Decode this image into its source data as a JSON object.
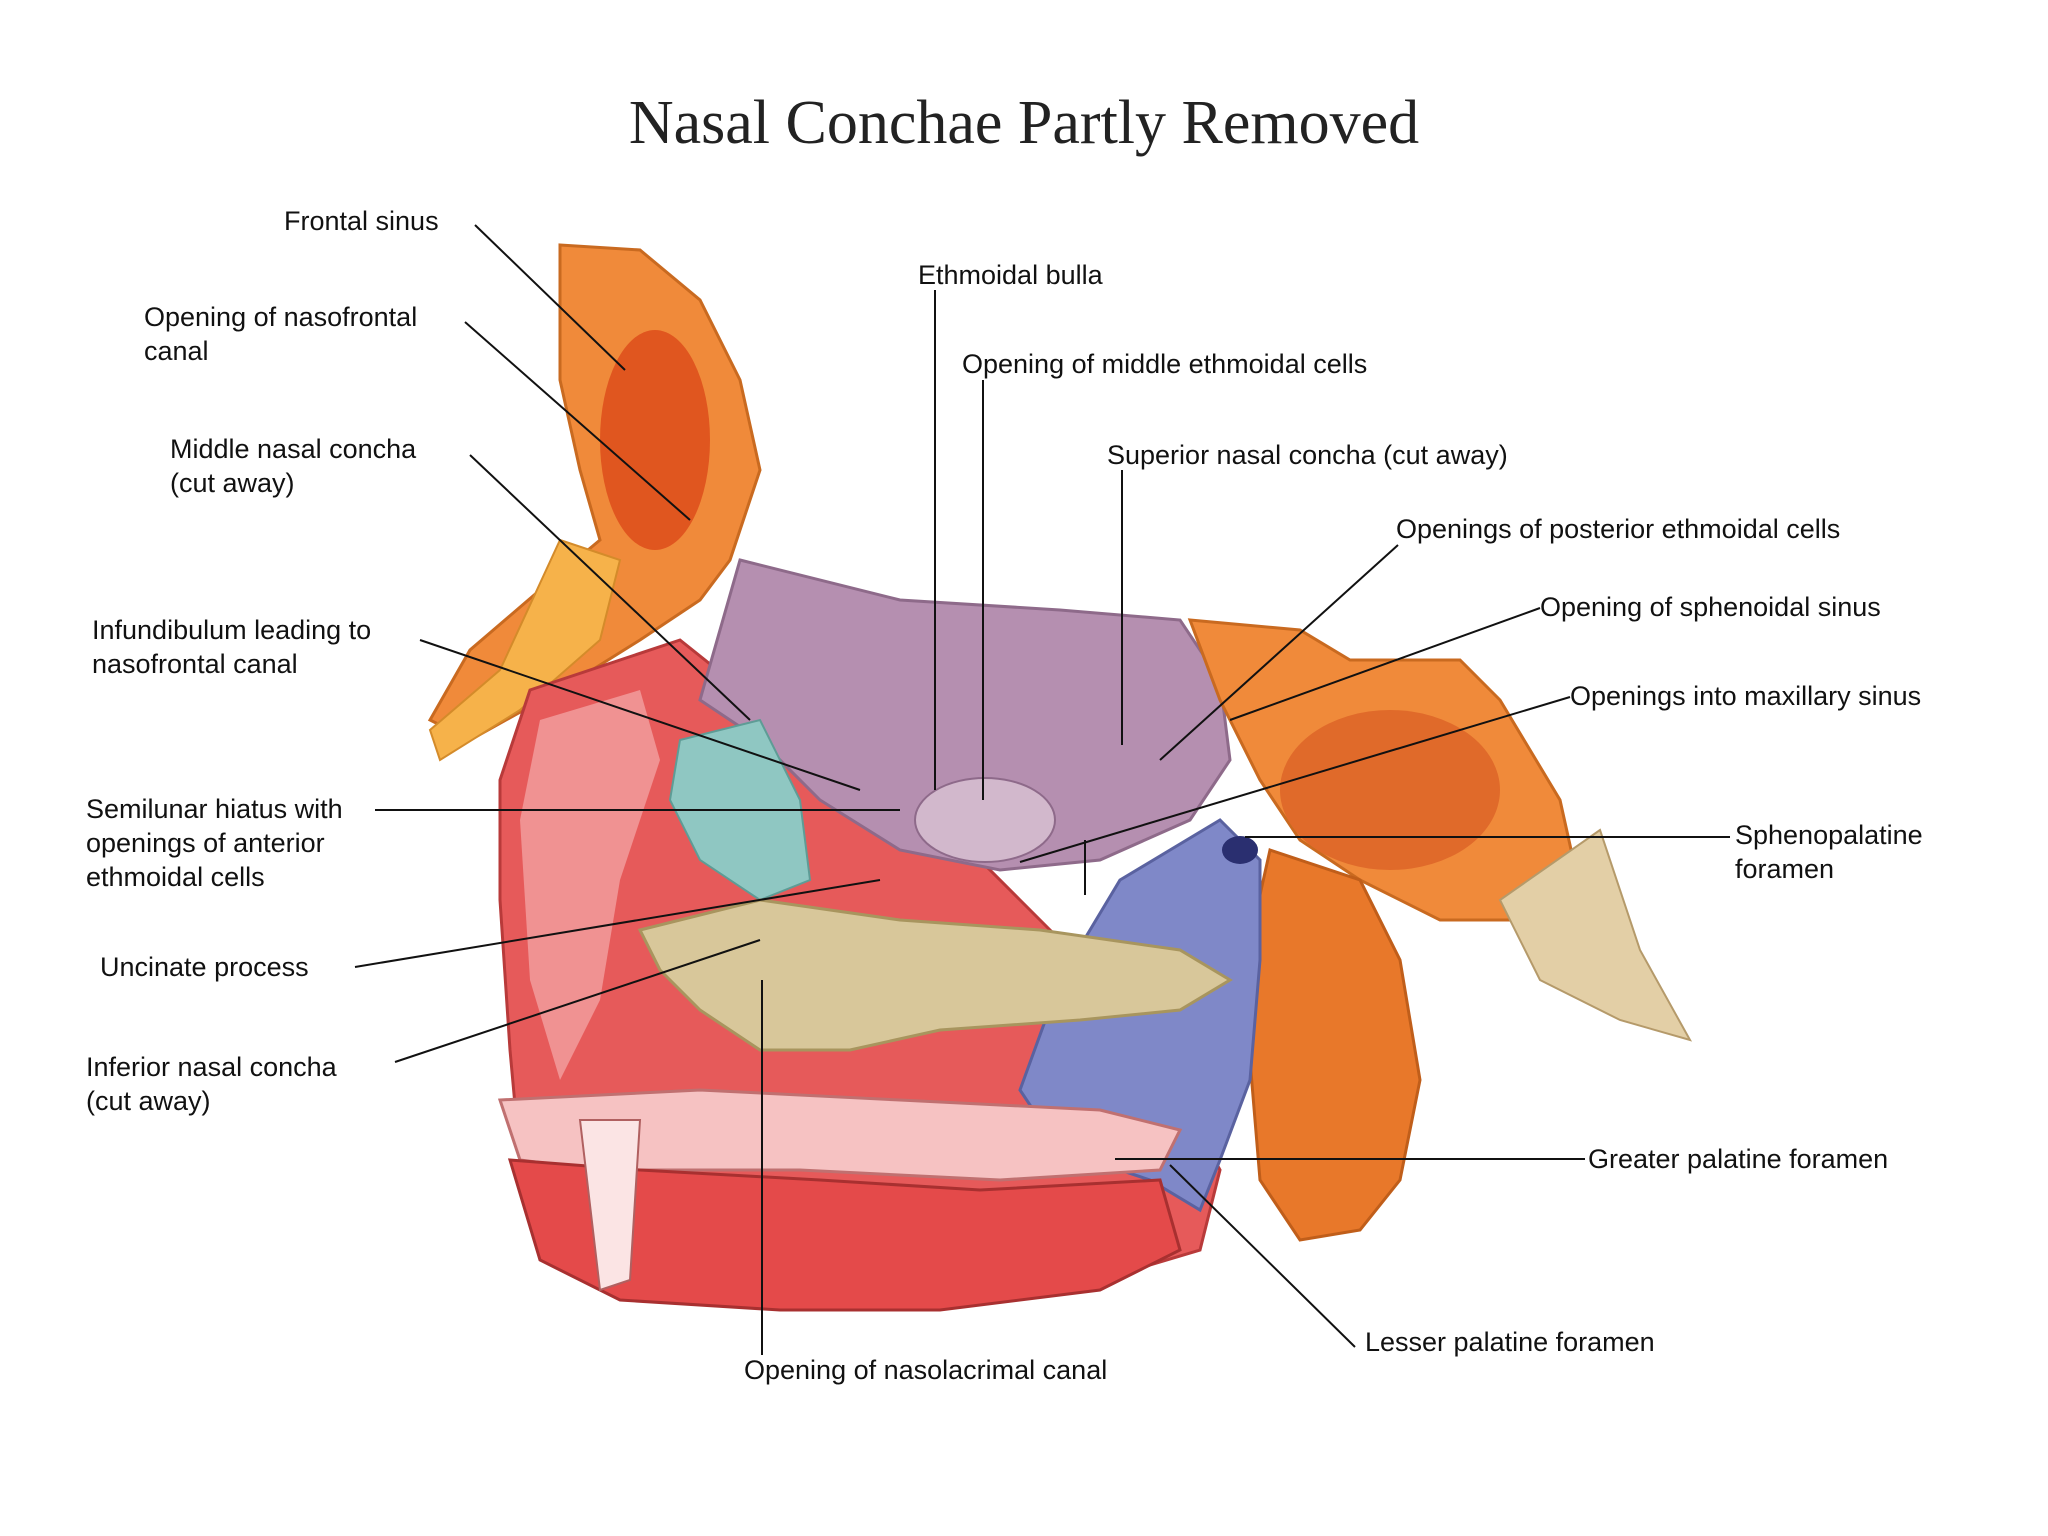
{
  "title": "Nasal Conchae Partly Removed",
  "labels": {
    "frontal_sinus": "Frontal sinus",
    "opening_nasofrontal_l1": "Opening of nasofrontal",
    "opening_nasofrontal_l2": "canal",
    "middle_concha_l1": "Middle nasal concha",
    "middle_concha_l2": "(cut away)",
    "infundibulum_l1": "Infundibulum leading to",
    "infundibulum_l2": "nasofrontal canal",
    "semilunar_l1": "Semilunar hiatus with",
    "semilunar_l2": "openings of anterior",
    "semilunar_l3": "ethmoidal cells",
    "uncinate": "Uncinate process",
    "inferior_concha_l1": "Inferior nasal concha",
    "inferior_concha_l2": "(cut away)",
    "ethmoidal_bulla": "Ethmoidal bulla",
    "middle_ethmoidal": "Opening of middle ethmoidal cells",
    "superior_concha": "Superior nasal concha (cut away)",
    "posterior_ethmoidal": "Openings of posterior ethmoidal cells",
    "sphenoidal_sinus": "Opening of sphenoidal sinus",
    "maxillary_sinus": "Openings into maxillary sinus",
    "sphenopalatine_l1": "Sphenopalatine",
    "sphenopalatine_l2": "foramen",
    "greater_palatine": "Greater palatine foramen",
    "lesser_palatine": "Lesser palatine foramen",
    "nasolacrimal": "Opening of nasolacrimal canal"
  },
  "colors": {
    "bone_orange": "#f08a3a",
    "bone_light": "#f6c58c",
    "mucosa_red": "#e65a5a",
    "mucosa_pink": "#f2a0a0",
    "ethmoid_purple": "#b58fb0",
    "palatine_blue": "#7f88c8",
    "concha_beige": "#d8c79a",
    "teal": "#8fc7c2",
    "leader_line": "#111111"
  }
}
